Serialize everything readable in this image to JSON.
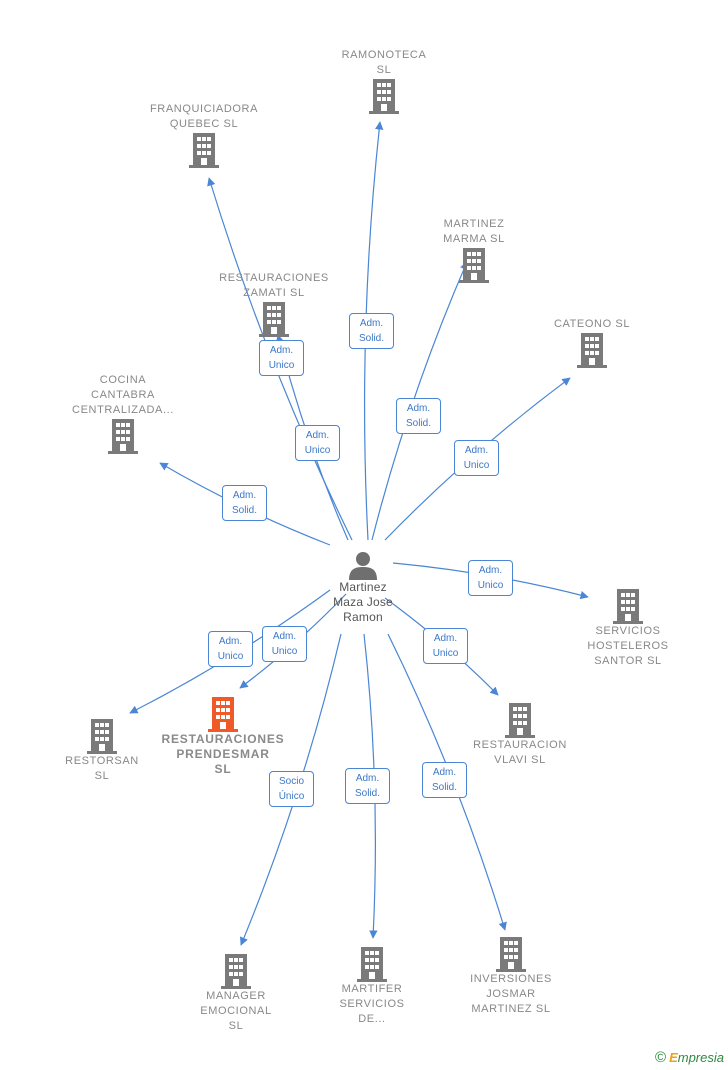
{
  "colors": {
    "edge": "#4a86d4",
    "building": "#7a7a7a",
    "building_main": "#f05a28",
    "person": "#6f6f6f"
  },
  "center": {
    "name": "Martinez\nMaza Jose\nRamon",
    "icon": "person-icon"
  },
  "main_company": {
    "name": "RESTAURACIONES\nPRENDESMAR\nSL"
  },
  "companies": [
    {
      "id": "ramonoteca",
      "name": "RAMONOTECA\nSL",
      "relation": "Adm.\nSolid."
    },
    {
      "id": "franquiciadora",
      "name": "FRANQUICIADORA\nQUEBEC SL",
      "relation": "Adm.\nUnico"
    },
    {
      "id": "zamati",
      "name": "RESTAURACIONES\nZAMATI SL",
      "relation": "Adm.\nUnico"
    },
    {
      "id": "marma",
      "name": "MARTINEZ\nMARMA SL",
      "relation": "Adm.\nSolid."
    },
    {
      "id": "cateono",
      "name": "CATEONO SL",
      "relation": "Adm.\nUnico"
    },
    {
      "id": "cocina",
      "name": "COCINA\nCANTABRA\nCENTRALIZADA...",
      "relation": "Adm.\nSolid."
    },
    {
      "id": "servicios",
      "name": "SERVICIOS\nHOSTELEROS\nSANTOR SL",
      "relation": "Adm.\nUnico"
    },
    {
      "id": "restorsan",
      "name": "RESTORSAN\nSL",
      "relation": "Adm.\nUnico"
    },
    {
      "id": "prendesmar",
      "name": "RESTAURACIONES\nPRENDESMAR\nSL",
      "relation": "Adm.\nUnico"
    },
    {
      "id": "vlavi",
      "name": "RESTAURACION\nVLAVI SL",
      "relation": "Adm.\nUnico"
    },
    {
      "id": "manager",
      "name": "MANAGER\nEMOCIONAL\nSL",
      "relation": "Socio\nÚnico"
    },
    {
      "id": "martifer",
      "name": "MARTIFER\nSERVICIOS\nDE...",
      "relation": "Adm.\nSolid."
    },
    {
      "id": "josmar",
      "name": "INVERSIONES\nJOSMAR\nMARTINEZ SL",
      "relation": "Adm.\nSolid."
    }
  ],
  "brand": {
    "copyright": "©",
    "e": "E",
    "rest": "mpresia"
  }
}
